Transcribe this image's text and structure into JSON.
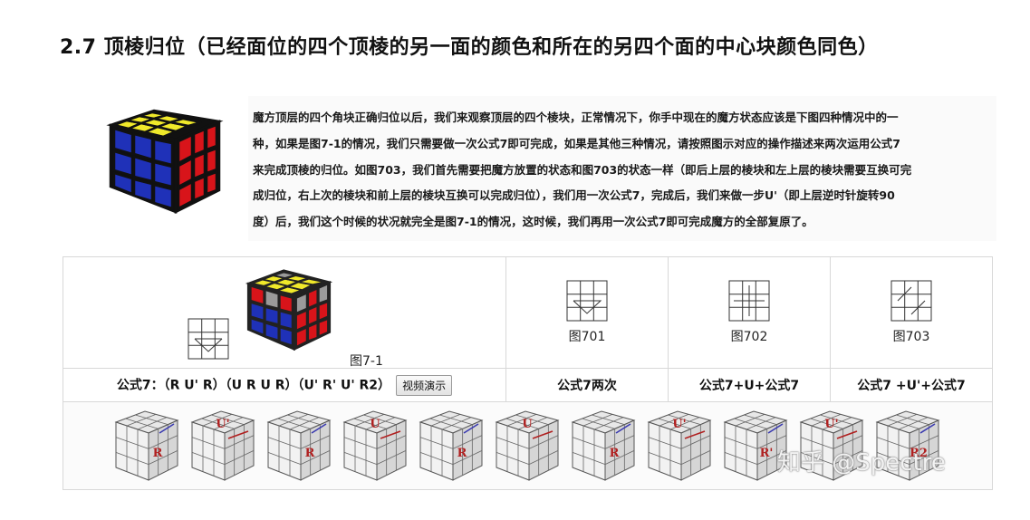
{
  "title": "2.7 顶棱归位（已经面位的四个顶棱的另一面的颜色和所在的另四个面的中心块颜色同色）",
  "intro": {
    "lines": [
      "魔方顶层的四个角块正确归位以后，我们来观察顶层的四个棱块，正常情况下，你手中现在的魔方状态应该是下图四种情况中的一",
      "种，如果是图7-1的情况，我们只需要做一次公式7即可完成，如果是其他三种情况，请按照图示对应的操作描述来两次运用公式7",
      "来完成顶棱的归位。如图703，我们首先需要把魔方放置的状态和图703的状态一样（即后上层的棱块和左上层的棱块需要互换可完",
      "成归位，右上次的棱块和前上层的棱块互换可以完成归位），我们用一次公式7，完成后，我们来做一步U'（即上层逆时针旋转90",
      "度）后，我们这个时候的状况就完全是图7-1的情况，这时候，我们再用一次公式7即可完成魔方的全部复原了。"
    ]
  },
  "figures": [
    {
      "caption": "图7-1"
    },
    {
      "caption": "图701"
    },
    {
      "caption": "图702"
    },
    {
      "caption": "图703"
    }
  ],
  "formulas": {
    "f1": "公式7：（R U' R）（U R U R）（U' R' U' R2）",
    "video_button": "视频演示",
    "f2": "公式7两次",
    "f3": "公式7+U+公式7",
    "f4": "公式7 +U'+公式7"
  },
  "steps": [
    "R",
    "U'",
    "R",
    "U",
    "R",
    "U",
    "R",
    "U'",
    "R'",
    "U'",
    "R2"
  ],
  "watermark": "知乎 @Spectre",
  "colors": {
    "yellow": "#f0e92a",
    "red": "#d8141a",
    "blue": "#1f31b8",
    "gray": "#8c8c8c"
  }
}
